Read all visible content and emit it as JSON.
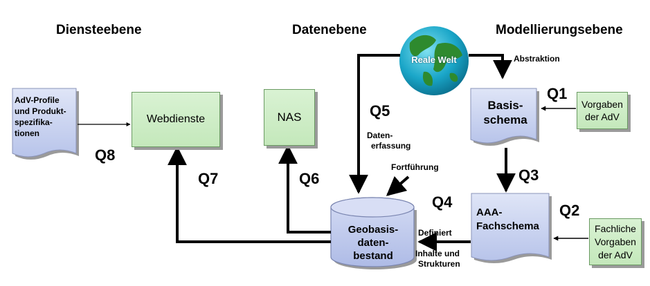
{
  "headings": {
    "dienste": "Diensteebene",
    "daten": "Datenebene",
    "modellierung": "Modellierungsebene"
  },
  "nodes": {
    "adv_profile": [
      "AdV-Profile",
      "und Produkt-",
      "spezifika-",
      "tionen"
    ],
    "webdienste": "Webdienste",
    "nas": "NAS",
    "reale_welt": "Reale Welt",
    "basis_schema": [
      "Basis-",
      "schema"
    ],
    "vorgaben_adv": [
      "Vorgaben",
      "der AdV"
    ],
    "aaa_fachschema": [
      "AAA-",
      "Fachschema"
    ],
    "fachliche_vorgaben": [
      "Fachliche",
      "Vorgaben",
      "der AdV"
    ],
    "geobasis": [
      "Geobasis-",
      "daten-",
      "bestand"
    ]
  },
  "quality_labels": {
    "q1": "Q1",
    "q2": "Q2",
    "q3": "Q3",
    "q4": "Q4",
    "q5": "Q5",
    "q6": "Q6",
    "q7": "Q7",
    "q8": "Q8"
  },
  "annotations": {
    "abstraktion": "Abstraktion",
    "datenerfassung": [
      "Daten-",
      "erfassung"
    ],
    "fortfuehrung": "Fortführung",
    "definiert": "Definiert",
    "inhalte": [
      "Inhalte und",
      "Strukturen"
    ]
  },
  "colors": {
    "box_fill": "#ccebc4",
    "doc_fill": "#c6d0ee",
    "cylinder_fill": "#c6d0ee",
    "ocean": "#1aa6c8",
    "land": "#2e8a2e",
    "arrow": "#000000"
  }
}
